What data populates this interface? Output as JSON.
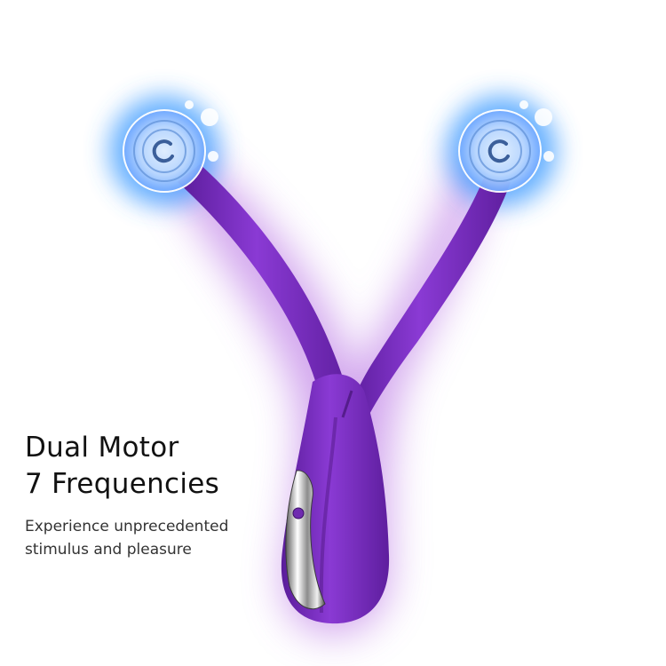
{
  "copy": {
    "headline_line_1": "Dual Motor",
    "headline_line_2": "7 Frequencies",
    "subline_line_1": "Experience unprecedented",
    "subline_line_2": "stimulus and pleasure"
  },
  "product": {
    "body_color": "#7a2bc4",
    "body_shadow_color": "#4e167f",
    "glow_color": "#c48ae8",
    "motor_glow_color": "#3d9bff",
    "icons": [
      "vibration-motor-icon",
      "vibration-motor-icon"
    ]
  }
}
